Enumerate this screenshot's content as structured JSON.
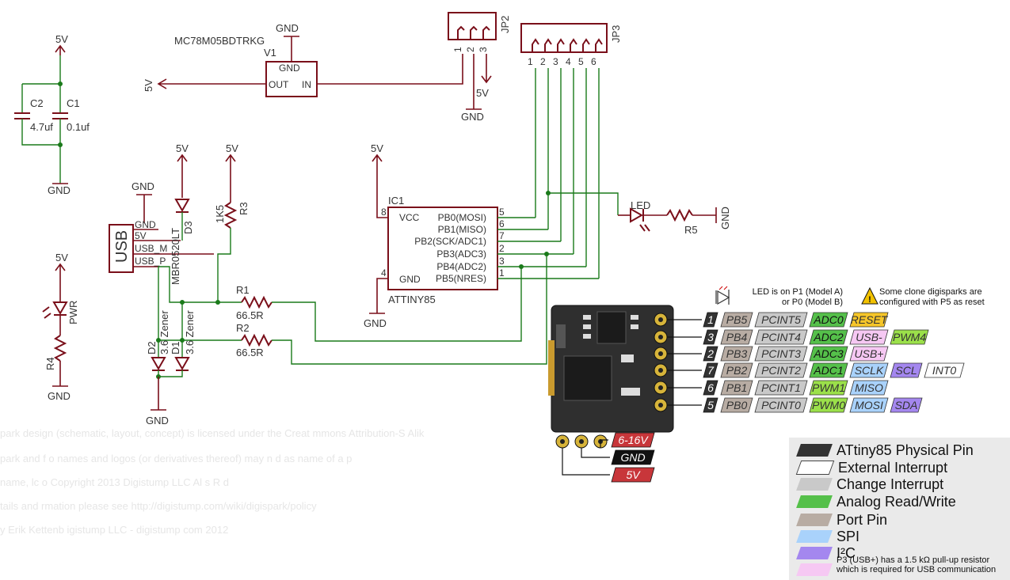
{
  "schematic": {
    "gnd": "GND",
    "v5": "5V",
    "c2": "C2",
    "c1": "C1",
    "c2_val": "4.7uf",
    "c1_val": "0.1uf",
    "regulator_part": "MC78M05BDTRKG",
    "regulator_ref": "V1",
    "reg_gnd": "GND",
    "reg_out": "OUT",
    "reg_in": "IN",
    "jp2": "JP2",
    "jp3": "JP3",
    "jp2_pins": [
      "1",
      "2",
      "3"
    ],
    "jp3_pins": [
      "1",
      "2",
      "3",
      "4",
      "5",
      "6"
    ],
    "usb": "USB",
    "usb_pins": [
      "GND",
      "5V",
      "USB_M",
      "USB_P"
    ],
    "d3": "D3",
    "d3_part": "MBR0520LT",
    "r3": "R3",
    "r3_val": "1K5",
    "r1": "R1",
    "r1_val": "66.5R",
    "r2": "R2",
    "r2_val": "66.5R",
    "d1": "D1",
    "d1_val": "3.6 Zener",
    "d2": "D2",
    "d2_val": "3.6 Zener",
    "pwr": "PWR",
    "r4": "R4",
    "ic1": "IC1",
    "ic_name": "ATTINY85",
    "ic_vcc": "VCC",
    "ic_gnd": "GND",
    "ic_vcc_pin": "8",
    "ic_gnd_pin": "4",
    "ic_pins": [
      {
        "name": "PB0(MOSI)",
        "num": "5"
      },
      {
        "name": "PB1(MISO)",
        "num": "6"
      },
      {
        "name": "PB2(SCK/ADC1)",
        "num": "7"
      },
      {
        "name": "PB3(ADC3)",
        "num": "2"
      },
      {
        "name": "PB4(ADC2)",
        "num": "3"
      },
      {
        "name": "PB5(NRES)",
        "num": "1"
      }
    ],
    "led": "LED",
    "r5": "R5"
  },
  "notes": {
    "led_note_1": "LED is on P1 (Model A)",
    "led_note_2": "or P0 (Model B)",
    "clone_note_1": "Some clone digisparks are",
    "clone_note_2": "configured with P5 as reset"
  },
  "pinout": [
    {
      "phys": "1",
      "tags": [
        {
          "t": "PB5",
          "c": "port"
        },
        {
          "t": "PCINT5",
          "c": "pcint"
        },
        {
          "t": "ADC0",
          "c": "adc"
        },
        {
          "t": "RESET",
          "c": "reset"
        }
      ]
    },
    {
      "phys": "3",
      "tags": [
        {
          "t": "PB4",
          "c": "port"
        },
        {
          "t": "PCINT4",
          "c": "pcint"
        },
        {
          "t": "ADC2",
          "c": "adc"
        },
        {
          "t": "USB-",
          "c": "usb"
        },
        {
          "t": "PWM4",
          "c": "pwm"
        }
      ]
    },
    {
      "phys": "2",
      "tags": [
        {
          "t": "PB3",
          "c": "port"
        },
        {
          "t": "PCINT3",
          "c": "pcint"
        },
        {
          "t": "ADC3",
          "c": "adc"
        },
        {
          "t": "USB+",
          "c": "usb"
        }
      ]
    },
    {
      "phys": "7",
      "tags": [
        {
          "t": "PB2",
          "c": "port"
        },
        {
          "t": "PCINT2",
          "c": "pcint"
        },
        {
          "t": "ADC1",
          "c": "adc"
        },
        {
          "t": "SCLK",
          "c": "spi"
        },
        {
          "t": "SCL",
          "c": "i2c"
        },
        {
          "t": "INT0",
          "c": "ext"
        }
      ]
    },
    {
      "phys": "6",
      "tags": [
        {
          "t": "PB1",
          "c": "port"
        },
        {
          "t": "PCINT1",
          "c": "pcint"
        },
        {
          "t": "PWM1",
          "c": "pwm"
        },
        {
          "t": "MISO",
          "c": "spi"
        }
      ]
    },
    {
      "phys": "5",
      "tags": [
        {
          "t": "PB0",
          "c": "port"
        },
        {
          "t": "PCINT0",
          "c": "pcint"
        },
        {
          "t": "PWM0",
          "c": "pwm"
        },
        {
          "t": "MOSI",
          "c": "spi"
        },
        {
          "t": "SDA",
          "c": "i2c"
        }
      ]
    }
  ],
  "power_tags": [
    {
      "t": "6-16V",
      "c": "vin"
    },
    {
      "t": "GND",
      "c": "gndtag"
    },
    {
      "t": "5V",
      "c": "vin"
    }
  ],
  "colors": {
    "phys": "#333333",
    "port": "#b8aca3",
    "pcint": "#c9c9c9",
    "adc": "#55c04a",
    "pwm": "#9be04a",
    "usb": "#f6c8f3",
    "spi": "#a9d2fb",
    "i2c": "#a487ef",
    "reset": "#f6c629",
    "ext": "#ffffff",
    "vin": "#c8363a",
    "gndtag": "#111111"
  },
  "legend": [
    {
      "label": "ATtiny85 Physical Pin",
      "color": "#333333"
    },
    {
      "label": "External Interrupt",
      "color": "#ffffff"
    },
    {
      "label": "Change Interrupt",
      "color": "#c9c9c9"
    },
    {
      "label": "Analog Read/Write",
      "color": "#55c04a"
    },
    {
      "label": "Port Pin",
      "color": "#b8aca3"
    },
    {
      "label": "SPI",
      "color": "#a9d2fb"
    },
    {
      "label": "I²C",
      "color": "#a487ef"
    },
    {
      "label": "",
      "color": "#f6c8f3"
    }
  ],
  "legend_note_1": "P3 (USB+) has a 1.5 kΩ pull-up resistor",
  "legend_note_2": "which is required for USB communication",
  "footer": [
    "park design (schematic, layout, concept) is licensed under the Creat      mmons Attribution-S    Alik",
    "park and f          o names and logos (or derivatives thereof) may n          d as         name of a p",
    "name, lc                                o Copyright 2013 Digistump LLC Al      s R       d",
    "tails and           rmation please see http://digistump.com/wiki/digispark/policy",
    "y Erik Kettenb        igistump LLC - digistump com 2012"
  ]
}
